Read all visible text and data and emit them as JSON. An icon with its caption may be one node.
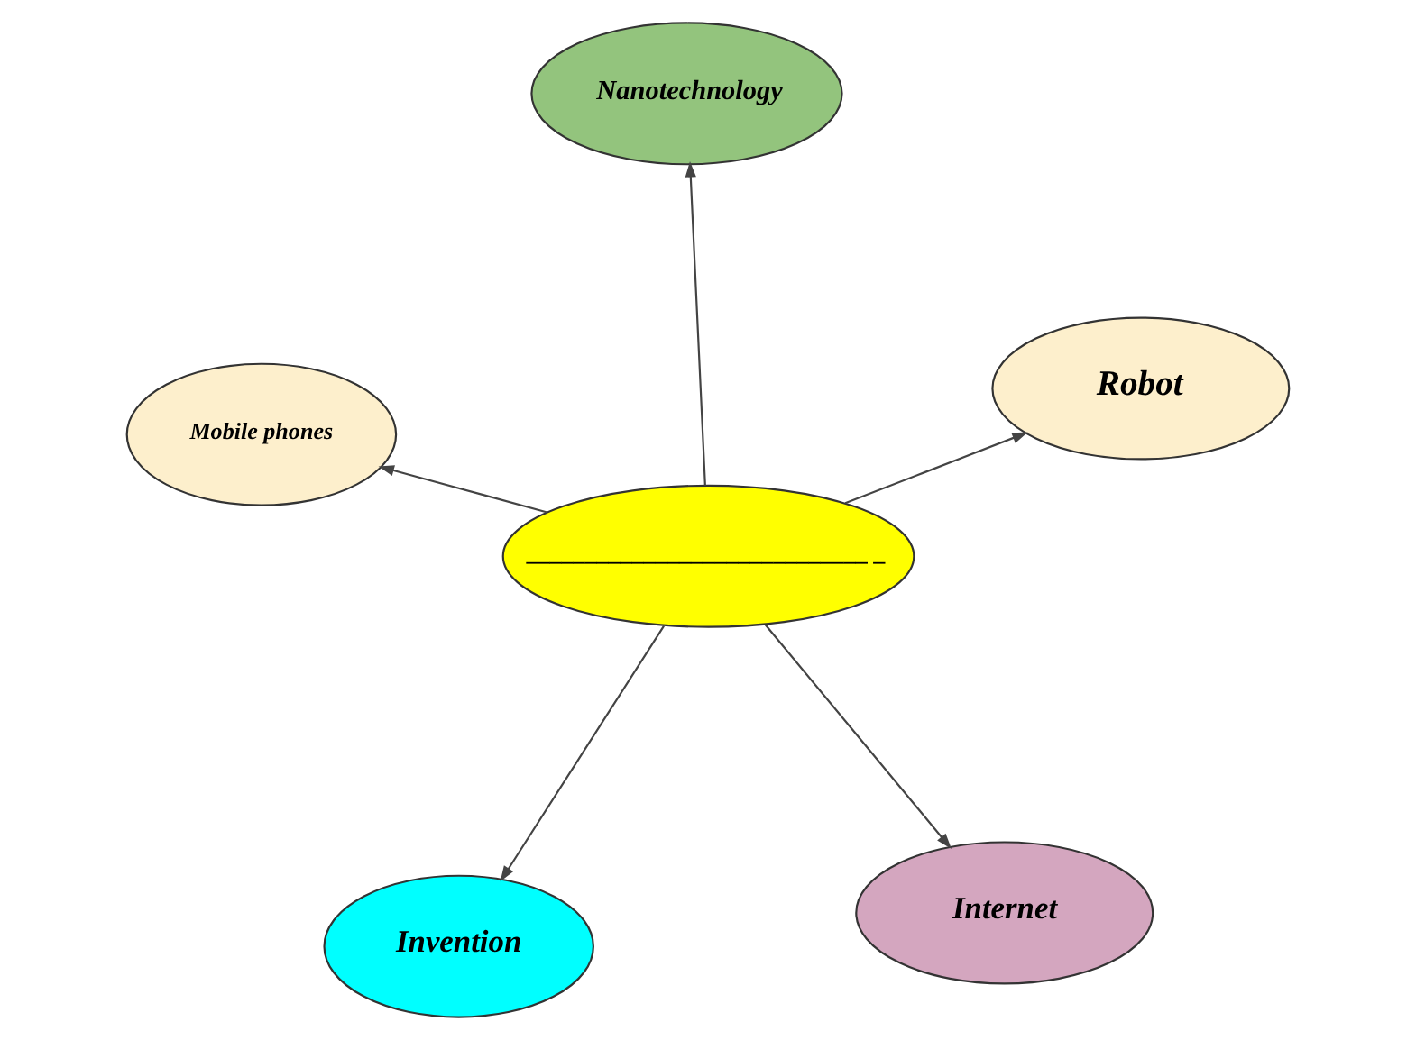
{
  "diagram": {
    "nodes": [
      {
        "text": [
          "_____________________________ _"
        ]
      },
      {
        "text": [
          "Internet"
        ]
      },
      {
        "text": [
          "Invention"
        ]
      },
      {
        "text": [
          "Mobile phones"
        ]
      },
      {
        "text": [
          "Robot"
        ]
      },
      {
        "text": [
          "Nanotechnology"
        ]
      }
    ],
    "edges": [
      {
        "from": 0,
        "to": 1,
        "arrow": "to"
      },
      {
        "from": 0,
        "to": 2,
        "arrow": "to"
      },
      {
        "from": 0,
        "to": 3,
        "arrow": "to"
      },
      {
        "from": 0,
        "to": 4,
        "arrow": "to"
      },
      {
        "from": 0,
        "to": 5,
        "arrow": "to"
      }
    ]
  }
}
